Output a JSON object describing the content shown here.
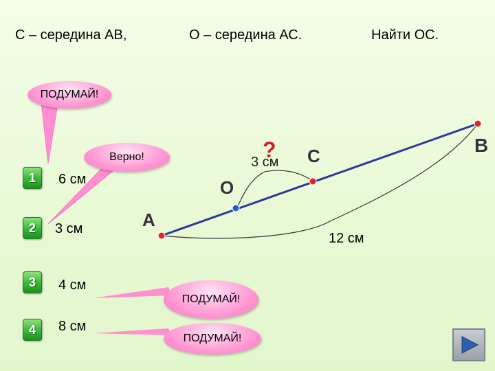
{
  "task": {
    "part1": "С – середина АВ,",
    "part2": "О – середина АС.",
    "part3": "Найти ОС."
  },
  "bubbles": {
    "think_top": "ПОДУМАЙ!",
    "correct": "Верно!",
    "think_mid": "ПОДУМАЙ!",
    "think_bottom": "ПОДУМАЙ!"
  },
  "answers": [
    {
      "num": "1",
      "text": "6 см"
    },
    {
      "num": "2",
      "text": "3 см"
    },
    {
      "num": "3",
      "text": "4 см"
    },
    {
      "num": "4",
      "text": "8 см"
    }
  ],
  "figure": {
    "point_a": "А",
    "point_o": "О",
    "point_c": "С",
    "point_b": "В",
    "question_mark": "?",
    "oc_value": "3 см",
    "ab_value": "12 см"
  },
  "colors": {
    "segment": "#2b3a99",
    "point_red": "#e8202a",
    "point_blue": "#1f5ad6",
    "bubble_pink": "#ff8fd0",
    "answer_green": "#39b53a",
    "question_red": "#d4202a"
  },
  "icons": {
    "next": "play-triangle-icon"
  }
}
